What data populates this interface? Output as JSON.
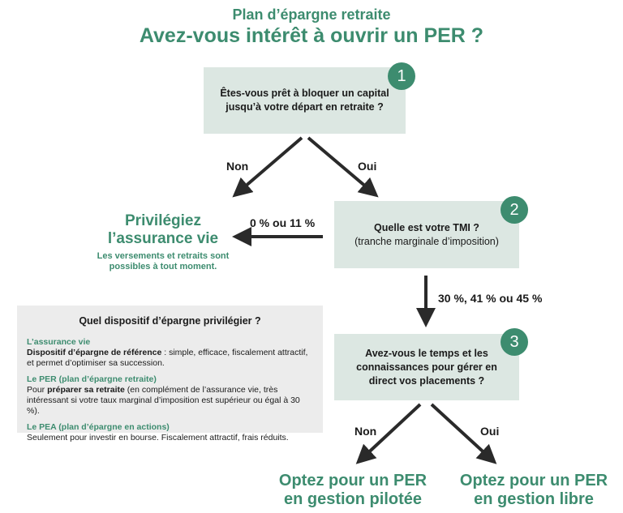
{
  "header": {
    "subtitle": "Plan d’épargne retraite",
    "title": "Avez-vous intérêt à ouvrir un PER ?"
  },
  "steps": [
    {
      "number": "1",
      "text": "Êtes-vous prêt à bloquer un capital jusqu’à votre départ en retraite ?"
    },
    {
      "number": "2",
      "text_bold": "Quelle est votre TMI ?",
      "text_normal": "(tranche marginale d’imposition)"
    },
    {
      "number": "3",
      "text": "Avez-vous le temps et les connaissances pour gérer en direct vos placements ?"
    }
  ],
  "labels": {
    "non_1": "Non",
    "oui_1": "Oui",
    "tmi_low": "0 % ou 11 %",
    "tmi_high": "30 %, 41 % ou 45 %",
    "non_3": "Non",
    "oui_3": "Oui"
  },
  "results": {
    "assurance_line1": "Privilégiez",
    "assurance_line2": "l’assurance vie",
    "assurance_note": "Les versements et retraits sont possibles à tout moment.",
    "pilotee_line1": "Optez pour un PER",
    "pilotee_line2": "en gestion pilotée",
    "libre_line1": "Optez pour un PER",
    "libre_line2": "en gestion libre"
  },
  "info_box": {
    "title": "Quel dispositif d’épargne privilégier ?",
    "sections": [
      {
        "heading": "L’assurance vie",
        "bold": "Dispositif d’épargne de référence",
        "text": " : simple, efficace, fiscalement attractif, et permet d’optimiser sa succession."
      },
      {
        "heading": "Le PER (plan d’épargne retraite)",
        "prefix": "Pour ",
        "bold": "préparer sa retraite",
        "text": " (en complément de l’assurance vie, très intéressant si votre taux marginal d’imposition est supérieur ou égal à 30 %)."
      },
      {
        "heading": "Le PEA (plan d’épargne en actions)",
        "text": "Seulement pour investir en bourse. Fiscalement attractif, frais réduits."
      }
    ]
  },
  "colors": {
    "accent": "#3d8c6f",
    "box_fill": "#dce7e2",
    "info_fill": "#ececec",
    "arrow": "#2a2a2a"
  }
}
